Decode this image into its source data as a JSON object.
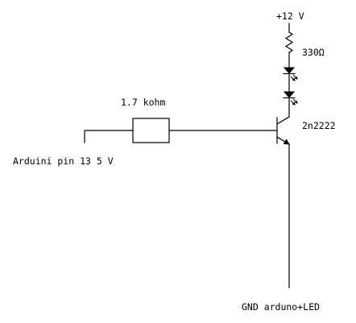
{
  "labels": {
    "supply": "+12 V",
    "led_resistor": "330Ω",
    "transistor": "2n2222",
    "base_resistor": "1.7 kohm",
    "input": "Arduini pin 13 5 V",
    "ground": "GND arduno+LED"
  },
  "colors": {
    "ink": "#000000",
    "background": "#ffffff"
  }
}
